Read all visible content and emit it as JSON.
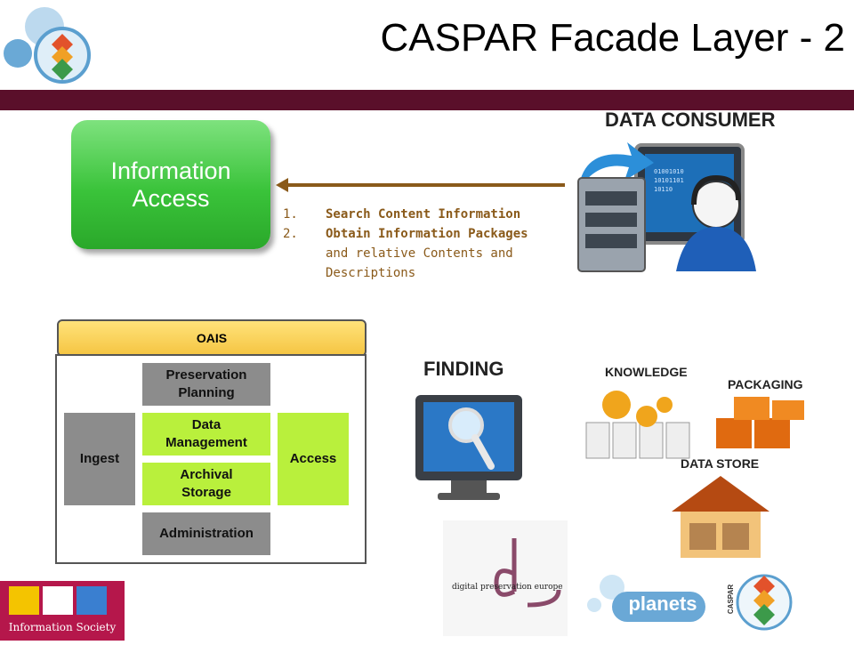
{
  "page_title": "CASPAR Facade Layer - 2",
  "information_access": {
    "line1": "Information",
    "line2": "Access"
  },
  "data_consumer_label": "DATA CONSUMER",
  "steps": [
    {
      "num": "1.",
      "text": "Search Content Information"
    },
    {
      "num": "2.",
      "text": "Obtain Information Packages",
      "subtext1": "and relative Contents and",
      "subtext2": "Descriptions"
    }
  ],
  "oais": {
    "header": "OAIS",
    "preservation_planning": {
      "line1": "Preservation",
      "line2": "Planning"
    },
    "ingest": "Ingest",
    "data_management": {
      "line1": "Data",
      "line2": "Management"
    },
    "archival_storage": {
      "line1": "Archival",
      "line2": "Storage"
    },
    "access": "Access",
    "administration": "Administration"
  },
  "finding_label": "FINDING",
  "knowledge_label": "KNOWLEDGE",
  "packaging_label": "PACKAGING",
  "data_store_label": "DATA STORE",
  "logos": {
    "planets": "planets",
    "dpe": "digital preservation europe",
    "caspar": "CASPAR",
    "information_society": "Information Society"
  },
  "colors": {
    "band": "#5a0f2a",
    "green": "#3ac33a",
    "lime": "#b9f03c",
    "gray": "#8c8c8c",
    "oais_header": "#f5c542",
    "arrow": "#8a5a1a"
  }
}
